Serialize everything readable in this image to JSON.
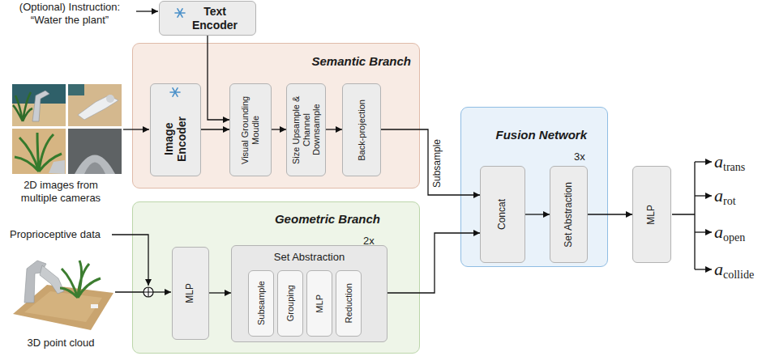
{
  "diagram": {
    "nodes": [
      {
        "text": [
          "Text Encoder"
        ]
      },
      {
        "text": [
          "Semantic Branch"
        ]
      },
      {
        "text": [
          "Image Encoder"
        ],
        "in": 1
      },
      {
        "text": [
          "Visual Grounding Moudle"
        ],
        "in": 1
      },
      {
        "text": [
          "Size Upsample & Channel Downsample"
        ],
        "in": 1
      },
      {
        "text": [
          "Back-projection"
        ],
        "in": 1
      },
      {
        "text": [
          "Geometric Branch"
        ]
      },
      {
        "text": [
          "MLP"
        ],
        "in": 6
      },
      {
        "text": [
          "Set Abstraction"
        ],
        "in": 6
      },
      {
        "text": [
          "Subsample"
        ],
        "in": 8
      },
      {
        "text": [
          "Grouping"
        ],
        "in": 8
      },
      {
        "text": [
          "MLP"
        ],
        "in": 8
      },
      {
        "text": [
          "Reduction"
        ],
        "in": 8
      },
      {
        "text": [
          "Fusion Network"
        ]
      },
      {
        "text": [
          "Concat"
        ],
        "in": 13
      },
      {
        "text": [
          "Set Abstraction"
        ],
        "in": 13
      },
      {
        "text": [
          "MLP"
        ]
      }
    ],
    "edges": [
      {
        "from": 0,
        "to": 3,
        "arrow": "to"
      },
      {
        "from": 2,
        "to": 3,
        "arrow": "to"
      },
      {
        "from": 3,
        "to": 4,
        "arrow": "to"
      },
      {
        "from": 4,
        "to": 5,
        "arrow": "to"
      },
      {
        "from": 5,
        "to": 14,
        "label": "Subsample",
        "arrow": "to"
      },
      {
        "from": 7,
        "to": 8,
        "arrow": "to"
      },
      {
        "from": 8,
        "to": 14,
        "arrow": "to"
      },
      {
        "from": 14,
        "to": 15,
        "arrow": "to"
      },
      {
        "from": 15,
        "to": 16,
        "arrow": "to"
      }
    ],
    "labels": [
      "(Optional) Instruction: “Water the plant”",
      "2D images from multiple cameras",
      "Proprioceptive data",
      "3D point cloud",
      "2x",
      "3x",
      "atrans",
      "arot",
      "aopen",
      "acollide"
    ]
  }
}
